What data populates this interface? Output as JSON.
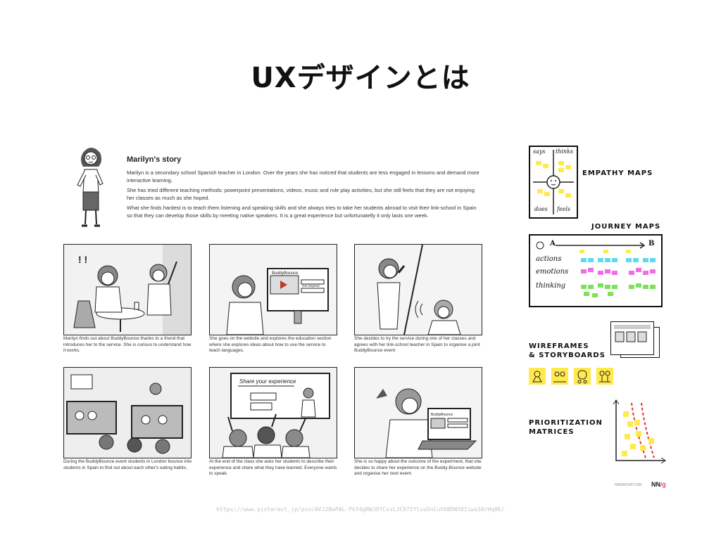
{
  "slide": {
    "title": "UXデザインとは",
    "source_url": "https://www.pinterest.jp/pin/AVJ28wPAL-PkY4gRWJOYCvsLJC67IYlxuSnCutKBOW38Iiwa3ArHq8E/"
  },
  "story": {
    "title": "Marilyn's story",
    "paragraphs": [
      "Marilyn is a secondary school Spanish teacher in London. Over the years she has noticed that students are less engaged in lessons and demand more interactive learning.",
      "She has tried different teaching methods: powerpoint presentations, videos, music and role play activities, but she still feels that they are not enjoying her classes as much as she hoped.",
      "What she finds hardest is to teach them listening and speaking skills and she always tries to take her students abroad to visit their link-school in Spain so that they can develop those skills by meeting native speakers. It is a great experience but unfortunatelly it only lasts one week."
    ],
    "panels": [
      {
        "caption": "Marilyn finds out about BuddyBounce thanks to a friend that introduces her to the service. She is curious to understand how it works."
      },
      {
        "caption": "She goes on the website and explores the education section where she explores ideas about how to use the service to teach languages.",
        "screen_title": "BuddyBounce",
        "screen_link": "Get Inspired"
      },
      {
        "caption": "She decides to try the service during one of her classes and agrees with her link-school teacher in Spain to organise a joint BuddyBounce event"
      },
      {
        "caption": "During the BuddyBounce event students in London bounce into students in Spain to find out about each other's eating habits."
      },
      {
        "caption": "At the end of the class she asks her students to describe their experience and share what they have learned. Everyone wants to speak.",
        "board_text": "Share your experience"
      },
      {
        "caption": "She is so happy about the outcome of the experiment, that she decides to share her experience on the Buddy-Bounce website and organise her next event.",
        "screen_title": "BuddyBounce"
      }
    ]
  },
  "tools": {
    "empathy": {
      "label": "EMPATHY MAPS",
      "quadrants": [
        "says",
        "thinks",
        "does",
        "feels"
      ]
    },
    "journey": {
      "label": "JOURNEY MAPS",
      "start": "A",
      "end": "B",
      "rows": [
        "actions",
        "emotions",
        "thinking"
      ]
    },
    "wireframes": {
      "label_line1": "WIREFRAMES",
      "label_line2": "& STORYBOARDS"
    },
    "prioritization": {
      "label_line1": "PRIORITIZATION",
      "label_line2": "MATRICES"
    },
    "footer": {
      "site": "NNGROUP.COM",
      "brand_nn": "NN",
      "brand_g": "/g"
    }
  },
  "colors": {
    "sticky_yellow": "#ffe94d",
    "sticky_cyan": "#5fd9f0",
    "sticky_magenta": "#ef6fe3",
    "sticky_green": "#7fe05a",
    "red_dash": "#e3322e",
    "brand_red": "#d0021b"
  },
  "icons": [
    "user-icon",
    "arrow-right-icon",
    "lightbulb-icon",
    "people-icon"
  ]
}
